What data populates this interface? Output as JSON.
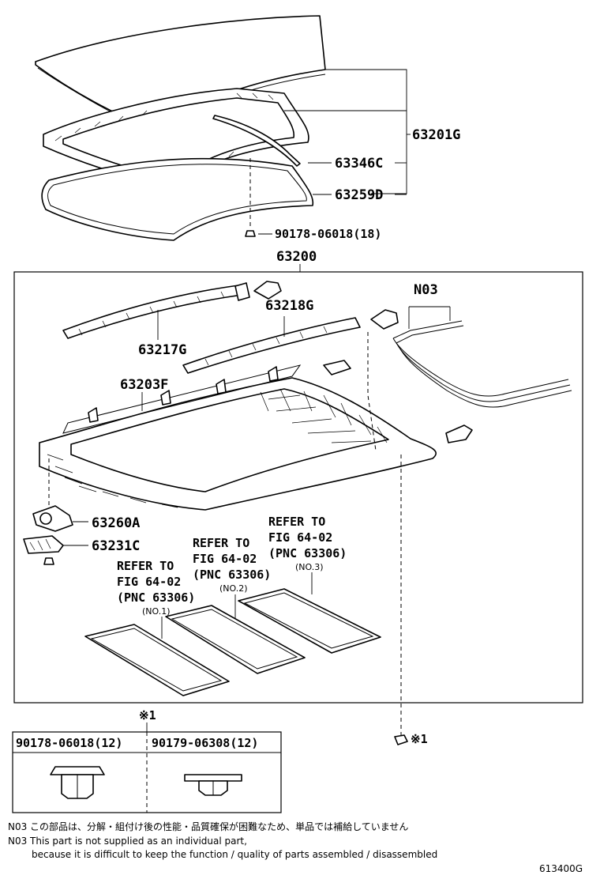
{
  "labels": {
    "glass_assy": "63201G",
    "weatherstrip_c": "63346C",
    "weatherstrip_d": "63259D",
    "clip_top": "90178-06018(18)",
    "housing_assy": "63200",
    "rail_left": "63217G",
    "rail_right": "63218G",
    "frame": "63203F",
    "n03": "N03",
    "motor": "63260A",
    "bracket": "63231C",
    "clip_side": "※1"
  },
  "refs": [
    {
      "line1": "REFER TO",
      "line2": "FIG 64-02",
      "line3": "(PNC 63306)",
      "no": "(NO.1)"
    },
    {
      "line1": "REFER TO",
      "line2": "FIG 64-02",
      "line3": "(PNC 63306)",
      "no": "(NO.2)"
    },
    {
      "line1": "REFER TO",
      "line2": "FIG 64-02",
      "line3": "(PNC 63306)",
      "no": "(NO.3)"
    }
  ],
  "legend": {
    "marker": "※1",
    "col1": "90178-06018(12)",
    "col2": "90179-06308(12)"
  },
  "notes": {
    "jp": "N03 この部品は、分解・組付け後の性能・品質確保が困難なため、単品では補給していません",
    "en1": "N03 This part is not supplied as an individual part,",
    "en2": "because it is difficult to keep the function / quality of parts assembled / disassembled"
  },
  "figure_number": "613400G"
}
